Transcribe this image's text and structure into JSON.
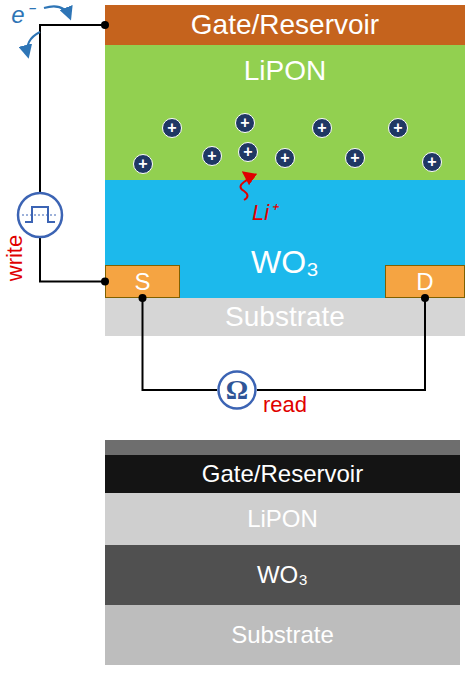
{
  "diagram": {
    "nodes": [
      {
        "text": [
          "Gate/Reservoir"
        ]
      },
      {
        "text": [
          "LiPON"
        ]
      },
      {
        "text": [
          "WO₃"
        ]
      },
      {
        "text": [
          "S"
        ],
        "in": 2
      },
      {
        "text": [
          "D"
        ],
        "in": 2
      },
      {
        "text": [
          "Substrate"
        ]
      },
      {
        "text": [
          "Ω"
        ]
      },
      {
        "text": [
          "Gate/Reservoir"
        ]
      },
      {
        "text": [
          "LiPON"
        ]
      },
      {
        "text": [
          "WO₃"
        ]
      },
      {
        "text": [
          "Substrate"
        ]
      }
    ],
    "edges": [
      {
        "from": 0,
        "to": 3,
        "arrow": "none"
      },
      {
        "from": 3,
        "to": 6,
        "arrow": "none"
      },
      {
        "from": 6,
        "to": 4,
        "arrow": "none"
      }
    ],
    "labels": [
      "e⁻",
      "write",
      "+",
      "+",
      "+",
      "+",
      "+",
      "+",
      "+",
      "+",
      "+",
      "+",
      "Li⁺",
      "read"
    ]
  }
}
